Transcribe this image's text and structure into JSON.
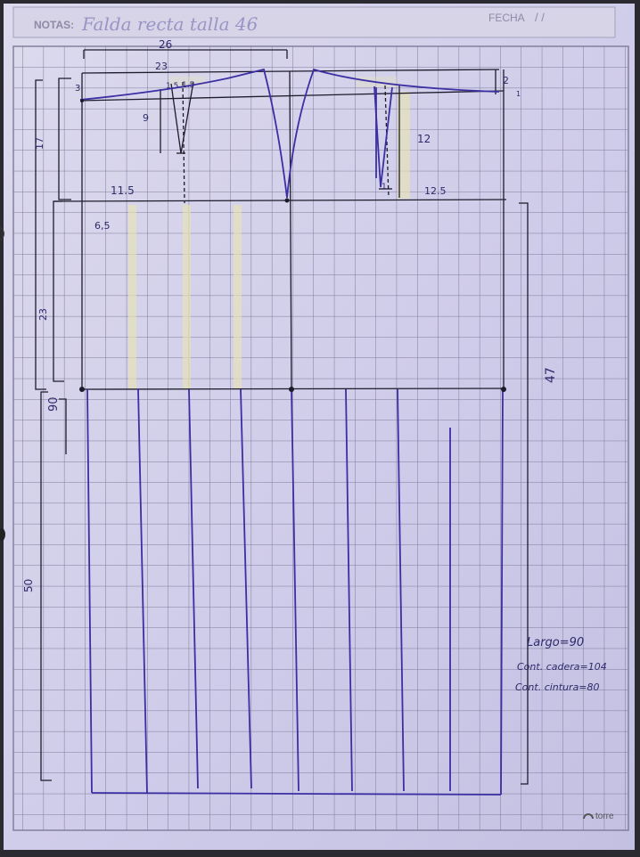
{
  "header": {
    "notas_label": "NOTAS:",
    "title": "Falda recta talla 46",
    "fecha_label": "FECHA",
    "date_slashes": "/     /"
  },
  "dimensions": {
    "d26": "26",
    "d23": "23",
    "d3": "3",
    "d15a": "1.5",
    "d15b": "1.5",
    "d9": "9",
    "d2": "2",
    "d1": "1",
    "d12": "12",
    "d1b": "1",
    "d17": "17",
    "d115": "11.5",
    "d125": "12.5",
    "d65": "6,5",
    "d23b": "23",
    "d90": "90",
    "d50": "50",
    "d47": "47"
  },
  "notes": {
    "largo": "Largo=90",
    "cadera": "Cont. cadera=104",
    "cintura": "Cont. cintura=80"
  },
  "brand": "torre"
}
